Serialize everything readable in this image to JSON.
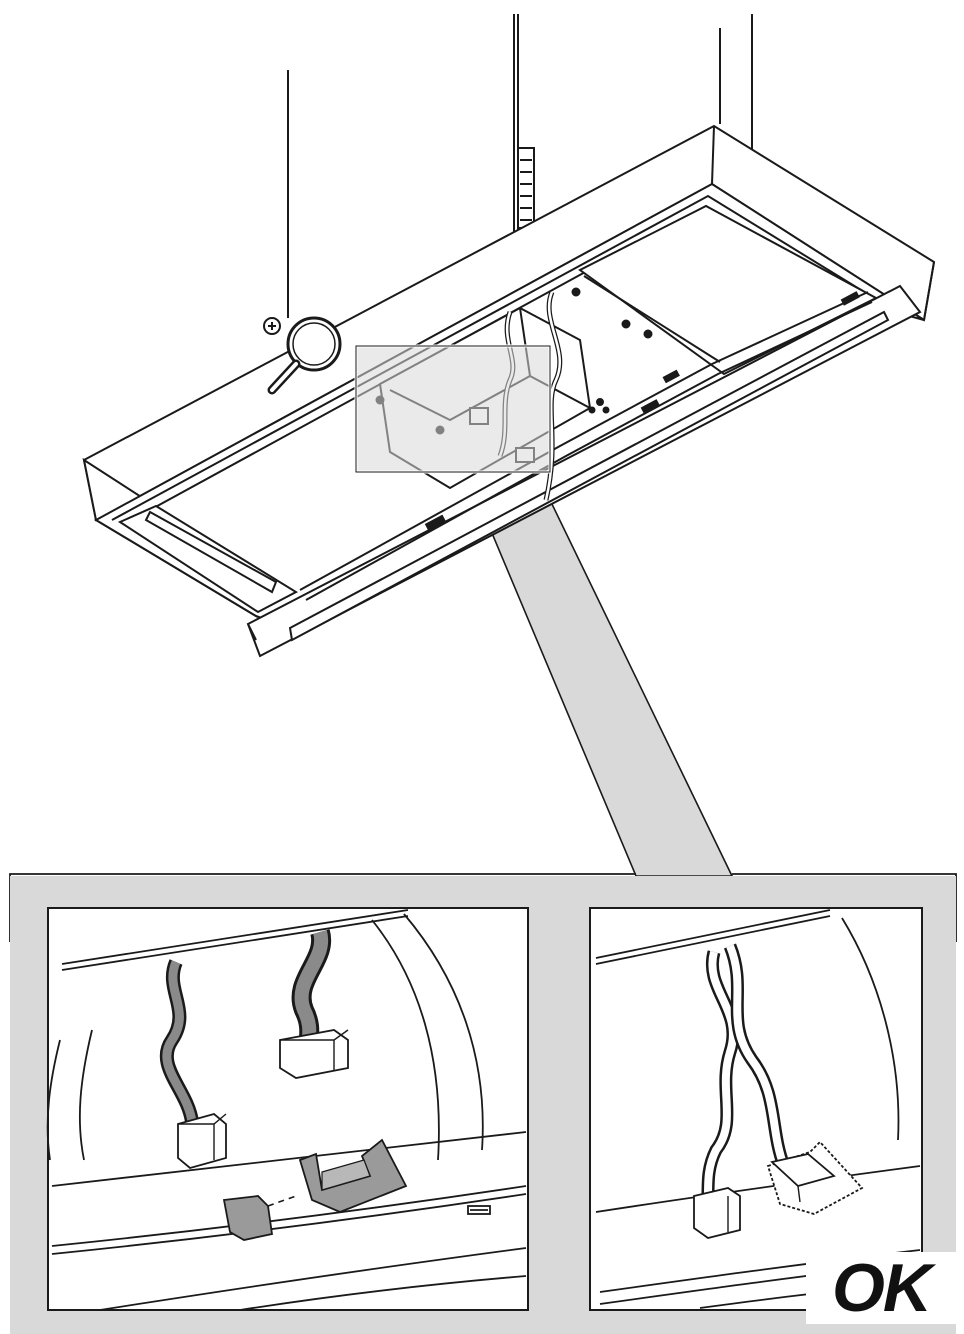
{
  "figure": {
    "ok_label": "OK",
    "icons": [
      "zoom-in-magnifier-icon"
    ],
    "panels": [
      {
        "id": "detail-incorrect",
        "state": "wiring not connected"
      },
      {
        "id": "detail-correct",
        "state": "wiring connected"
      }
    ],
    "colors": {
      "line": "#1a1a1a",
      "callout_fill": "#d9d9d9",
      "cable_fill": "#8a8a8a",
      "clip_fill": "#9a9a9a",
      "background": "#ffffff"
    }
  }
}
